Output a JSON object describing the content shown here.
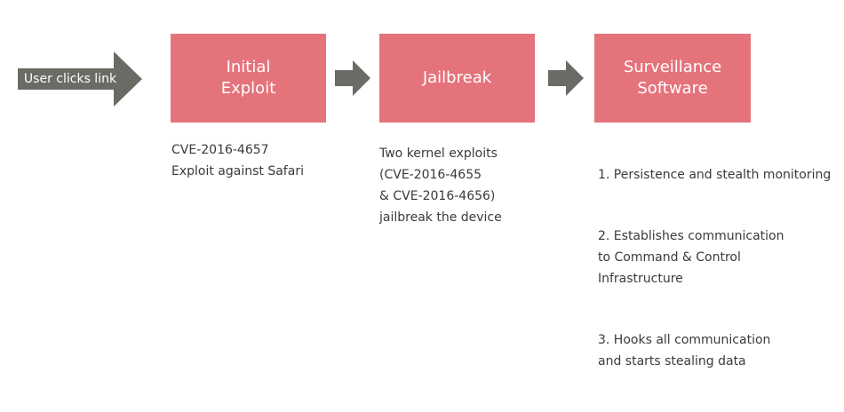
{
  "entry": {
    "label": "User clicks link"
  },
  "stages": [
    {
      "title": "Initial\nExploit",
      "description": "CVE-2016-4657\nExploit against Safari"
    },
    {
      "title": "Jailbreak",
      "description": "Two kernel exploits\n(CVE-2016-4655\n& CVE-2016-4656)\njailbreak the device"
    },
    {
      "title": "Surveillance\nSoftware",
      "description_items": [
        "1. Persistence and stealth monitoring",
        "2. Establishes communication\nto Command & Control\nInfrastructure",
        "3. Hooks all communication\nand starts stealing data"
      ]
    }
  ],
  "colors": {
    "box_fill": "#e5737b",
    "arrow_fill": "#6b6b66",
    "text": "#3a3a3a"
  }
}
